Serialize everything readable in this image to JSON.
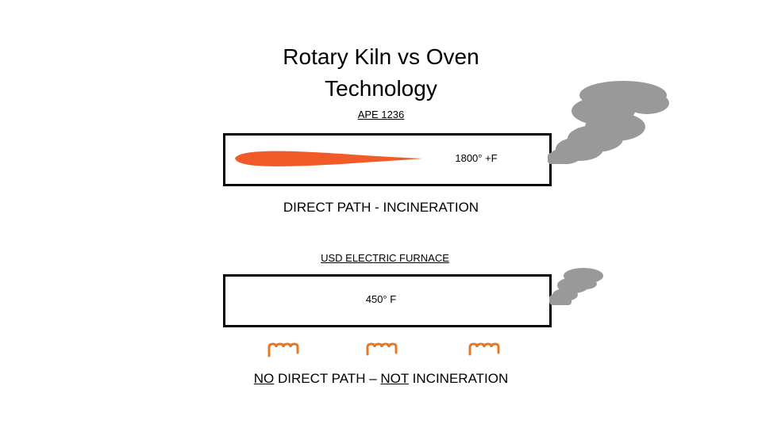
{
  "title_line1": "Rotary Kiln vs Oven",
  "title_line2": "Technology",
  "kiln": {
    "label": "APE 1236",
    "temperature": "1800° +F",
    "caption": "DIRECT PATH - INCINERATION"
  },
  "furnace": {
    "label": "USD ELECTRIC FURNACE",
    "temperature": "450° F",
    "caption_parts": [
      "NO",
      " DIRECT PATH – ",
      "NOT",
      " INCINERATION"
    ]
  },
  "colors": {
    "flame": "#f15a29",
    "smoke": "#999999",
    "coil": "#e87722",
    "outline": "#000000"
  },
  "icons": [
    "flame-icon",
    "large-smoke-icon",
    "small-smoke-icon",
    "heating-coil-icon"
  ]
}
